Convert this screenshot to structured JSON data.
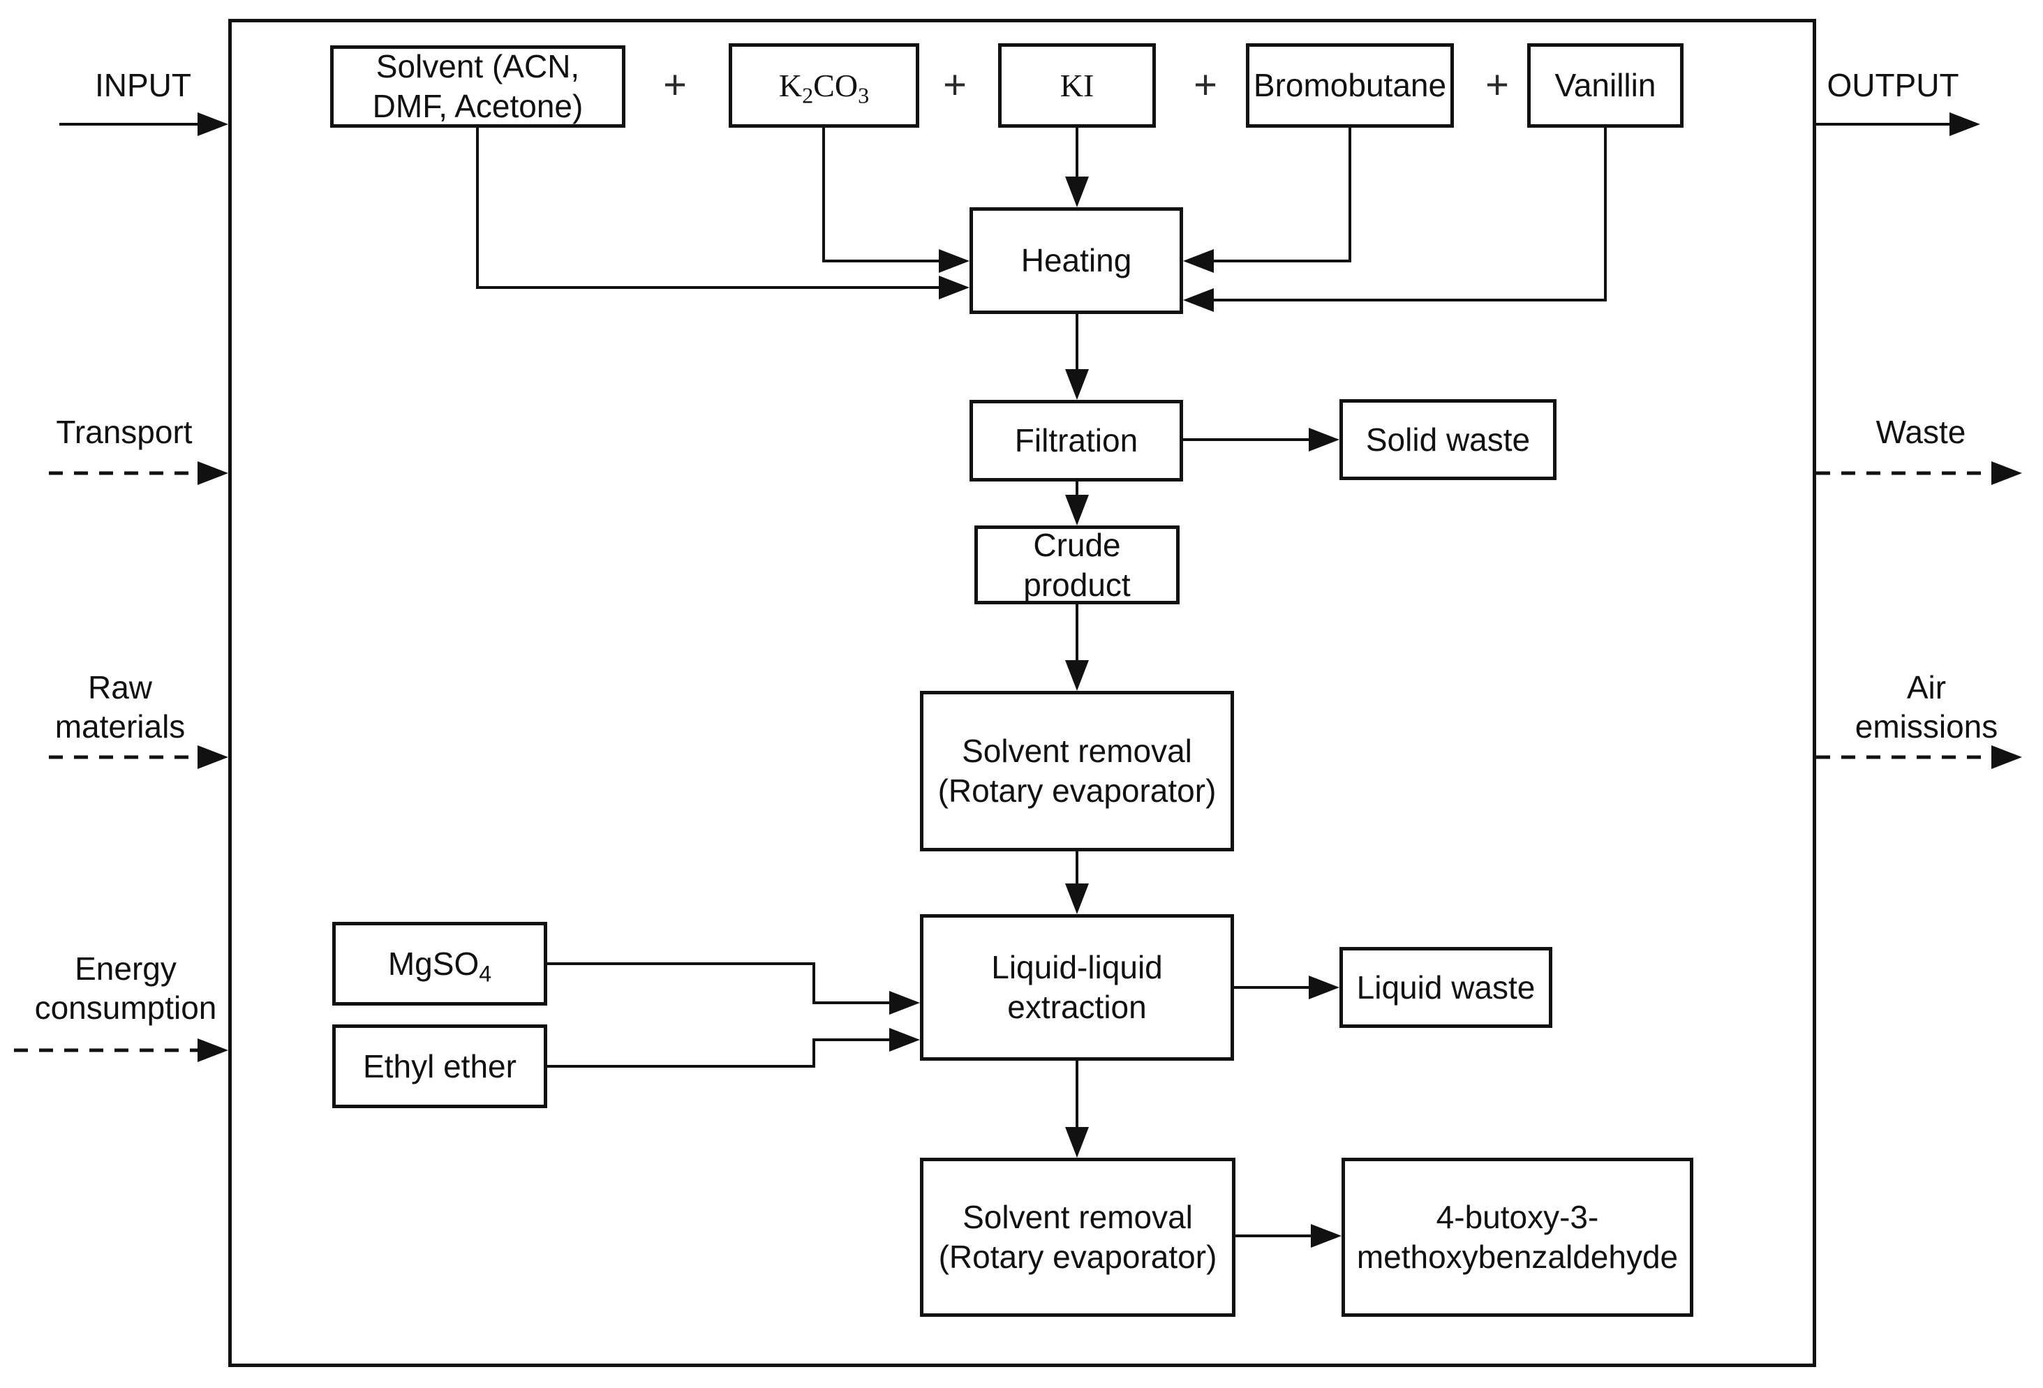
{
  "colors": {
    "ink": "#111111",
    "background": "#ffffff"
  },
  "io_labels": {
    "input": "INPUT",
    "output": "OUTPUT",
    "transport": "Transport",
    "raw_materials_line1": "Raw",
    "raw_materials_line2": "materials",
    "energy_line1": "Energy",
    "energy_line2": "consumption",
    "waste": "Waste",
    "air_line1": "Air",
    "air_line2": "emissions"
  },
  "reagents": {
    "plus": "+",
    "solvent_line1": "Solvent (ACN,",
    "solvent_line2": "DMF, Acetone)",
    "k2co3_b1": "K",
    "k2co3_s1": "2",
    "k2co3_b2": "CO",
    "k2co3_s2": "3",
    "ki": "KI",
    "bromobutane": "Bromobutane",
    "vanillin": "Vanillin",
    "mgso4_b1": "MgSO",
    "mgso4_s1": "4",
    "ethyl_ether": "Ethyl ether"
  },
  "process": {
    "heating": "Heating",
    "filtration": "Filtration",
    "solid_waste": "Solid waste",
    "crude_product": "Crude product",
    "solvent_removal_line1": "Solvent removal",
    "solvent_removal_line2": "(Rotary evaporator)",
    "extraction_line1": "Liquid-liquid",
    "extraction_line2": "extraction",
    "liquid_waste": "Liquid waste",
    "product_line1": "4-butoxy-3-",
    "product_line2": "methoxybenzaldehyde"
  }
}
